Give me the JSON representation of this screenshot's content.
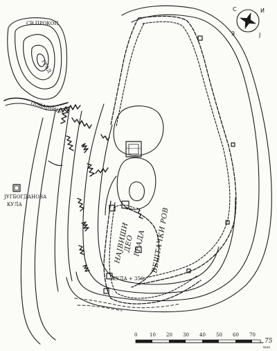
{
  "inset": {
    "top_label": "СВ.ПРОКОП",
    "center_label": "ГРАД",
    "bottom_label": "ПОКАЈНИЦА"
  },
  "compass": {
    "north": "С",
    "east": "И",
    "south": "Ј",
    "west": "З"
  },
  "map_labels": {
    "tower_left": "ЈУГБОГДАНОВА",
    "tower_left_2": "КУЛА",
    "upper_town": "НАЈВИШИ",
    "upper_town_2": "ДЕО",
    "upper_town_3": "ГРАДА",
    "lower_side": "ВЕШТАЧКИ РОВ",
    "tower_elev": "КУЛА + 356"
  },
  "scale_bar": {
    "ticks": [
      "0",
      "10",
      "20",
      "30",
      "40",
      "50",
      "60",
      "70"
    ],
    "end_label": "75",
    "unit_label": "mat."
  }
}
